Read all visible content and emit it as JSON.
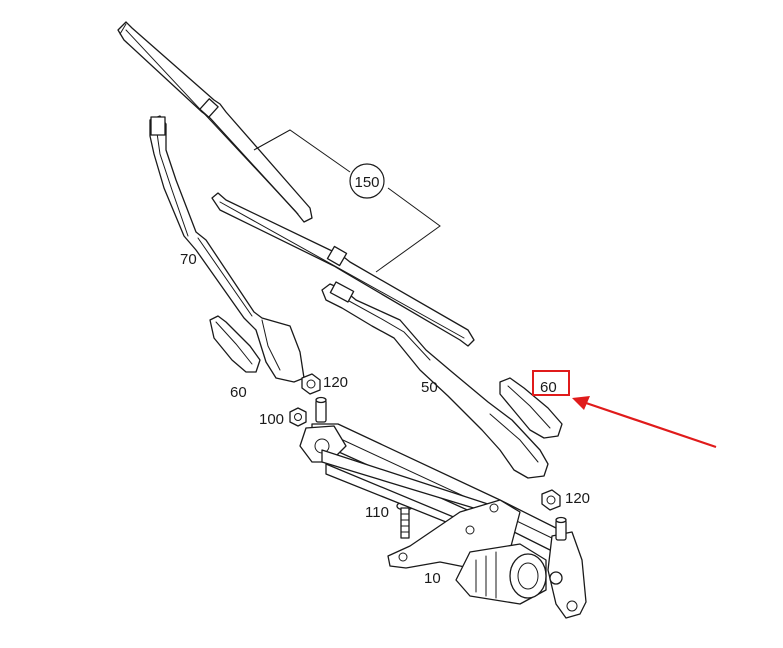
{
  "callouts": {
    "c150": "150",
    "c70": "70",
    "c50": "50",
    "c60_left": "60",
    "c60_right": "60",
    "c120_left": "120",
    "c120_right": "120",
    "c100": "100",
    "c110": "110",
    "c10": "10"
  },
  "highlight": {
    "color": "#e01b1b",
    "target": "c60_right"
  }
}
